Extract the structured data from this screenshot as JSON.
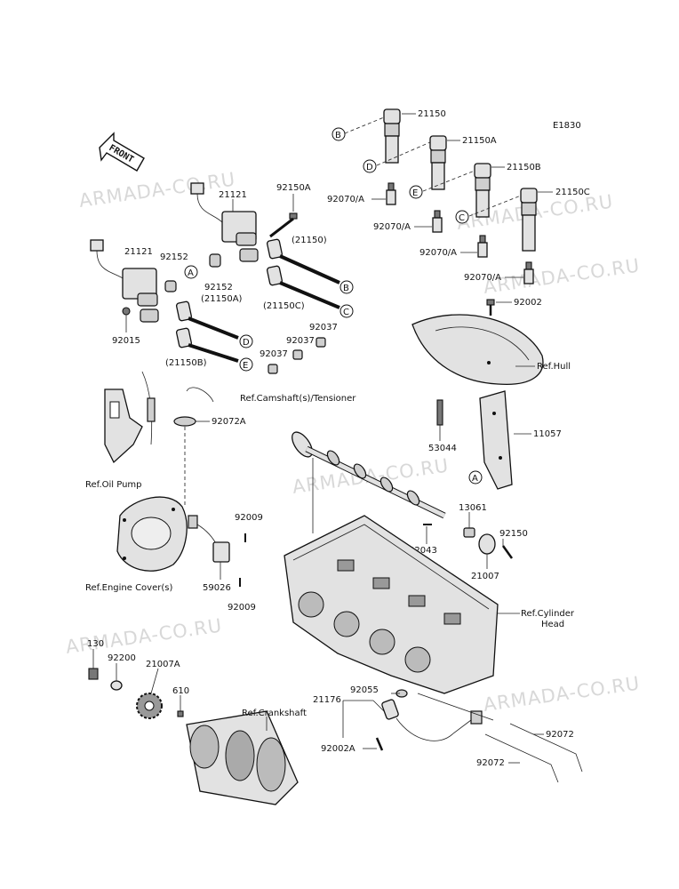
{
  "diagram_code": "E1830",
  "front_label": "FRONT",
  "watermark": "ARMADA-CO.RU",
  "labels": {
    "p21150": "21150",
    "p21150A": "21150A",
    "p21150B": "21150B",
    "p21150C": "21150C",
    "p21121a": "21121",
    "p21121b": "21121",
    "p92150A": "92150A",
    "p21150_paren": "(21150)",
    "p21150A_paren": "(21150A)",
    "p21150C_paren": "(21150C)",
    "p21150B_paren": "(21150B)",
    "p92152a": "92152",
    "p92152b": "92152",
    "p92015": "92015",
    "p92070A1": "92070/A",
    "p92070A2": "92070/A",
    "p92070A3": "92070/A",
    "p92070A4": "92070/A",
    "p92002": "92002",
    "p92037a": "92037",
    "p92037b": "92037",
    "p92037c": "92037",
    "ref_hull": "Ref.Hull",
    "ref_camshaft": "Ref.Camshaft(s)/Tensioner",
    "p92072A": "92072A",
    "p11057": "11057",
    "p53044": "53044",
    "ref_oilpump": "Ref.Oil Pump",
    "p92009a": "92009",
    "p92009b": "92009",
    "p13061": "13061",
    "p92150": "92150",
    "p92043": "92043",
    "p21007": "21007",
    "ref_enginecover": "Ref.Engine Cover(s)",
    "p59026": "59026",
    "ref_cylhead1": "Ref.Cylinder",
    "ref_cylhead2": "Head",
    "p130": "130",
    "p92200": "92200",
    "p21007A": "21007A",
    "p610": "610",
    "p21176": "21176",
    "p92055": "92055",
    "ref_crankshaft": "Ref.Crankshaft",
    "p92072a": "92072",
    "p92072b": "92072",
    "p92002A": "92002A"
  },
  "circle_letters": {
    "B1": "B",
    "D1": "D",
    "E1": "E",
    "C1": "C",
    "A1": "A",
    "B2": "B",
    "C2": "C",
    "D2": "D",
    "E2": "E",
    "A2": "A"
  }
}
